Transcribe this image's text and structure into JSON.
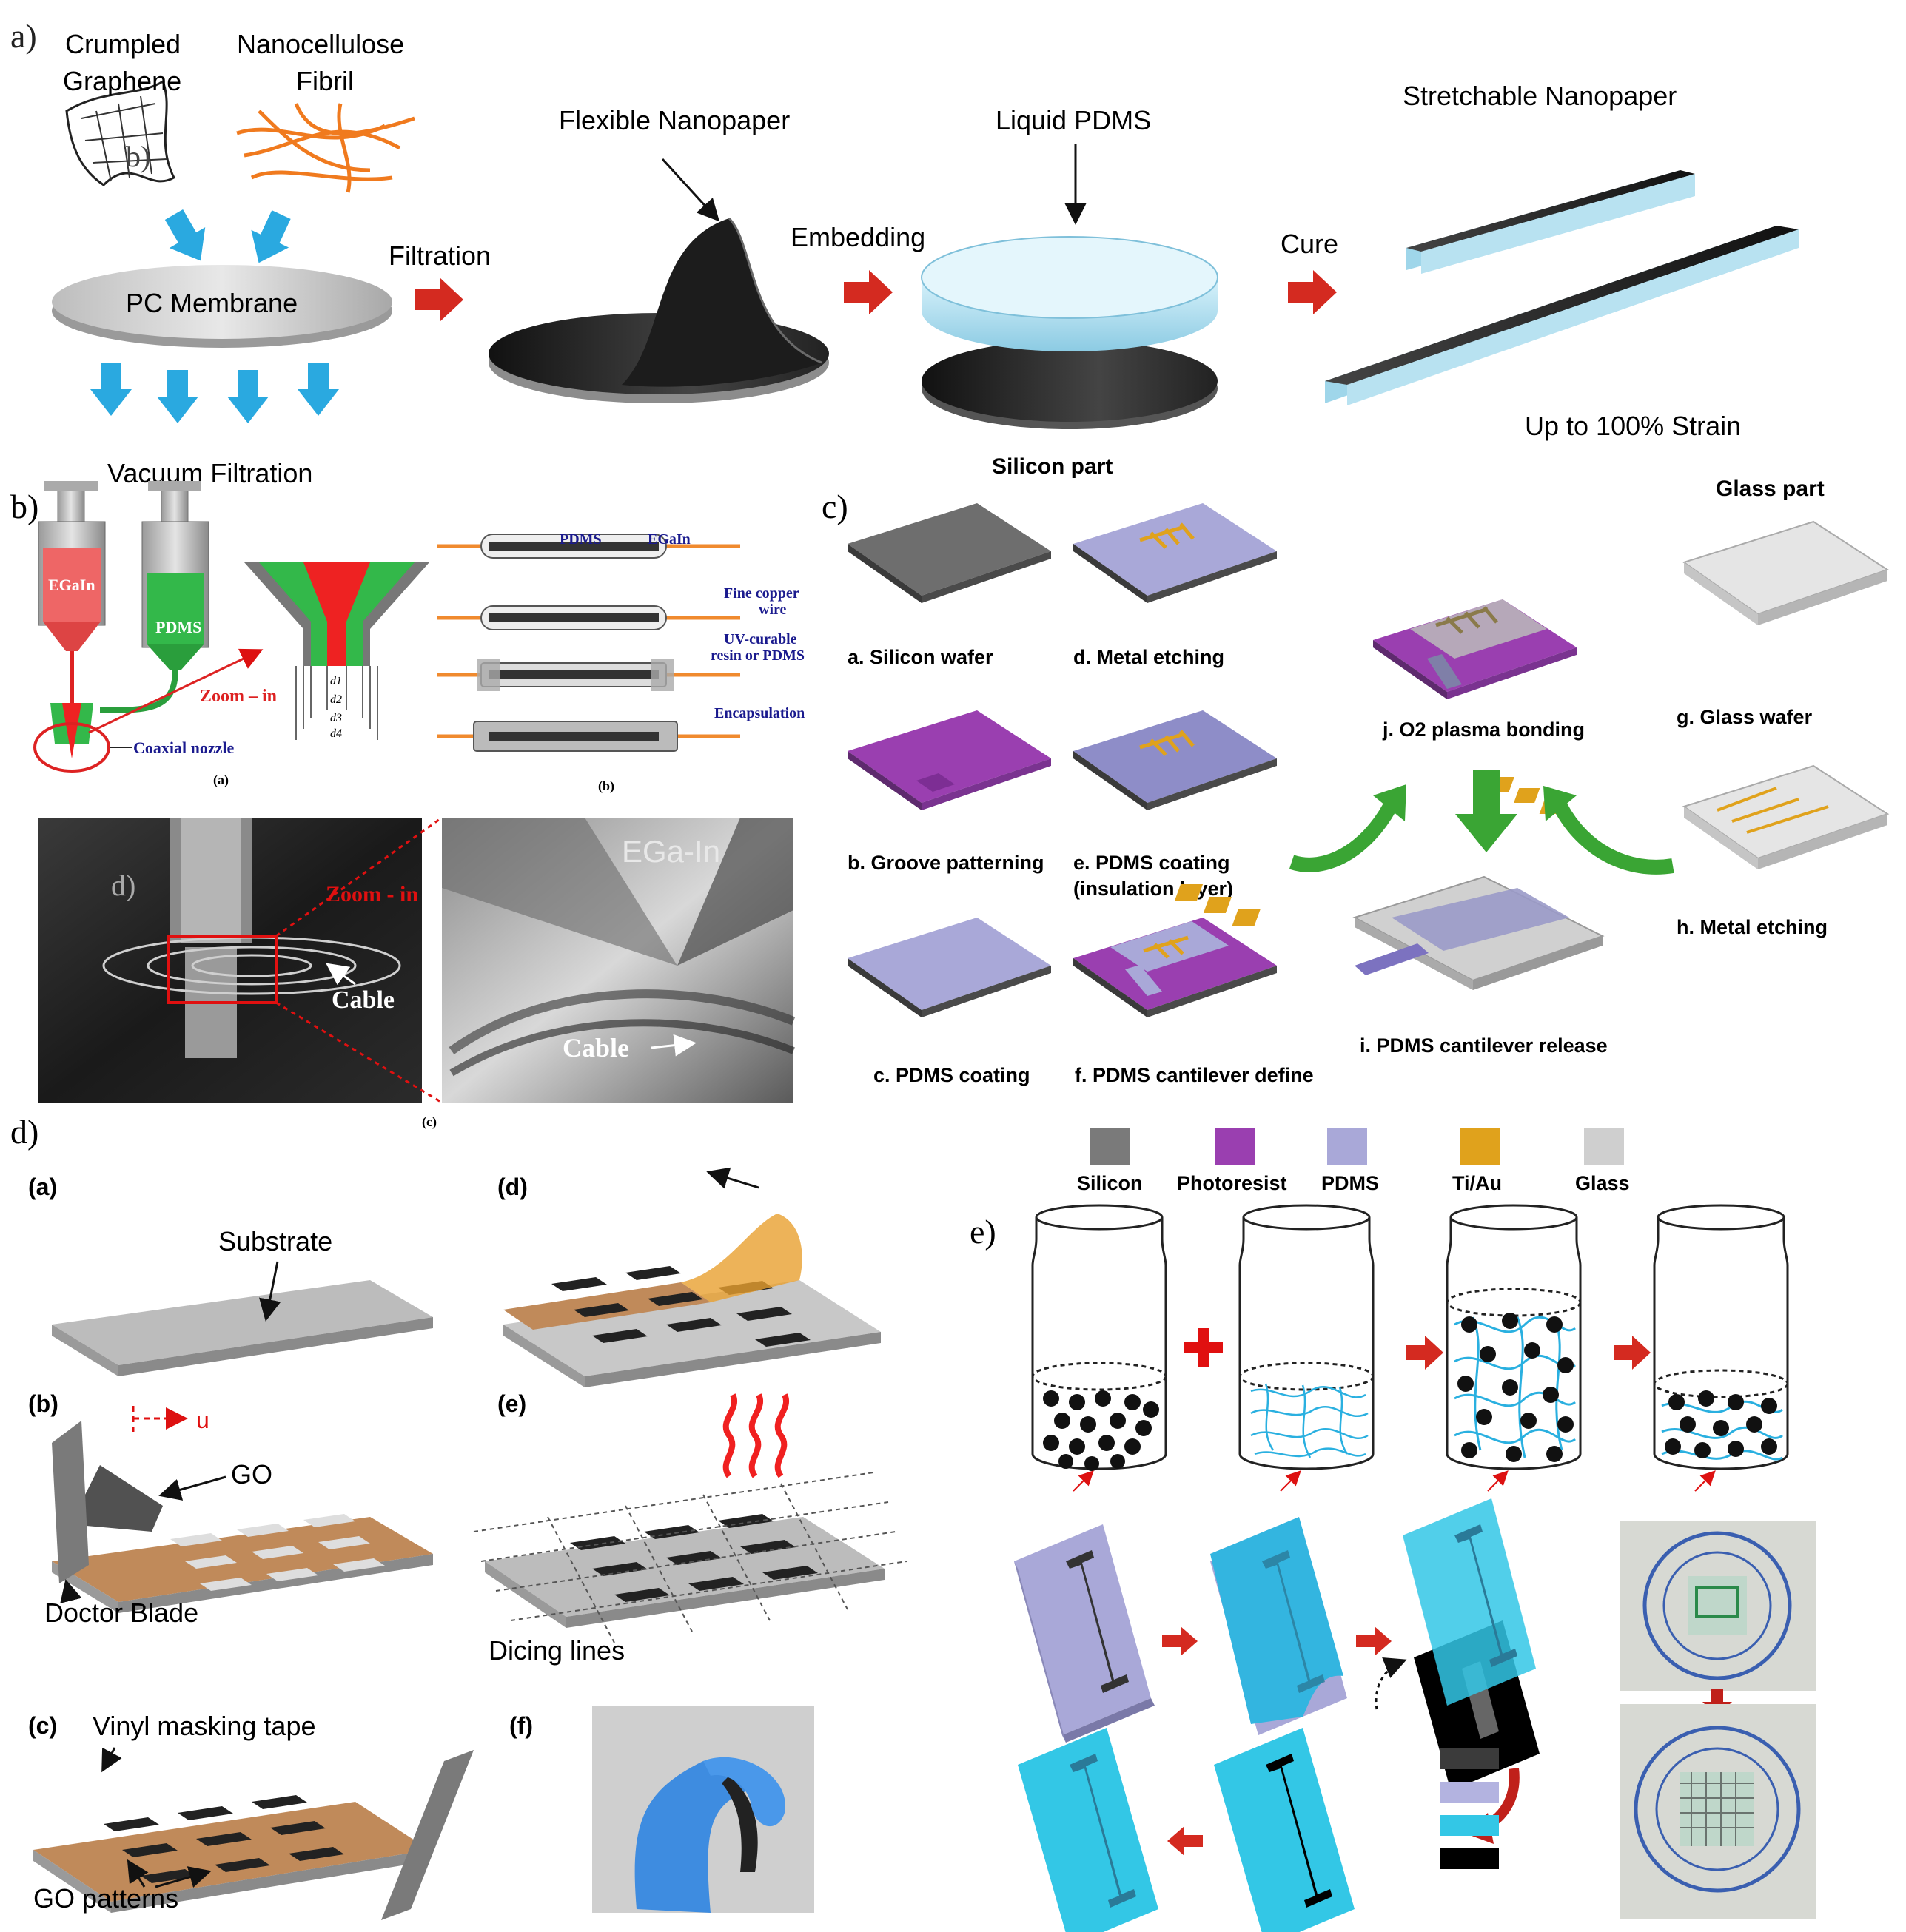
{
  "panel_a": {
    "letter": "a)",
    "crumpled": [
      "Crumpled",
      "Graphene"
    ],
    "nanocellulose": [
      "Nanocellulose",
      "Fibril"
    ],
    "b_overlay": "b)",
    "pc_membrane": "PC Membrane",
    "filtration": "Filtration",
    "vacuum_filtration": "Vacuum Filtration",
    "flexible_nanopaper": "Flexible Nanopaper",
    "embedding": "Embedding",
    "liquid_pdms": "Liquid PDMS",
    "cure": "Cure",
    "stretchable_nanopaper": "Stretchable Nanopaper",
    "strain": "Up to 100% Strain"
  },
  "panel_b": {
    "letter": "b)",
    "egaln": "EGaIn",
    "pdms": "PDMS",
    "zoom_in": "Zoom – in",
    "coaxial_nozzle": "Coaxial nozzle",
    "sub_a": "(a)",
    "sub_b": "(b)",
    "sub_c": "(c)",
    "d1": "d1",
    "d2": "d2",
    "d3": "d3",
    "d4": "d4",
    "label_pdms": "PDMS",
    "label_egaln": "EGaIn",
    "fine_copper": [
      "Fine copper",
      "wire"
    ],
    "uv_resin": [
      "UV-curable",
      "resin or PDMS"
    ],
    "encapsulation": "Encapsulation",
    "photo_d_overlay": "d)",
    "photo_zoom": "Zoom - in",
    "photo_cable1": "Cable",
    "photo_ega": "EGa-In",
    "photo_cable2": "Cable"
  },
  "panel_c": {
    "letter": "c)",
    "silicon_part": "Silicon part",
    "glass_part": "Glass part",
    "steps": {
      "a": "a. Silicon wafer",
      "b": "b. Groove patterning",
      "c": "c. PDMS coating",
      "d": "d. Metal etching",
      "e1": "e. PDMS coating",
      "e2": "(insulation layer)",
      "f": "f. PDMS cantilever define",
      "g": "g. Glass wafer",
      "h": "h. Metal etching",
      "i": "i. PDMS cantilever release",
      "j": "j. O2 plasma bonding"
    },
    "legend": [
      {
        "label": "Silicon",
        "color": "#7a7a7a"
      },
      {
        "label": "Photoresist",
        "color": "#9a3fb0"
      },
      {
        "label": "PDMS",
        "color": "#a9a8d8"
      },
      {
        "label": "Ti/Au",
        "color": "#e0a21c"
      },
      {
        "label": "Glass",
        "color": "#cfcfcf"
      }
    ]
  },
  "panel_d": {
    "letter": "d)",
    "a": "(a)",
    "b": "(b)",
    "c": "(c)",
    "d": "(d)",
    "e": "(e)",
    "f": "(f)",
    "substrate": "Substrate",
    "u": "u",
    "go": "GO",
    "doctor_blade": "Doctor Blade",
    "vinyl": "Vinyl masking tape",
    "go_patterns": "GO patterns",
    "dicing": "Dicing lines"
  },
  "panel_e": {
    "letter": "e)",
    "legend_colors": [
      "#3b3b3b",
      "#b3b3e0",
      "#33c7e6",
      "#000000"
    ]
  }
}
